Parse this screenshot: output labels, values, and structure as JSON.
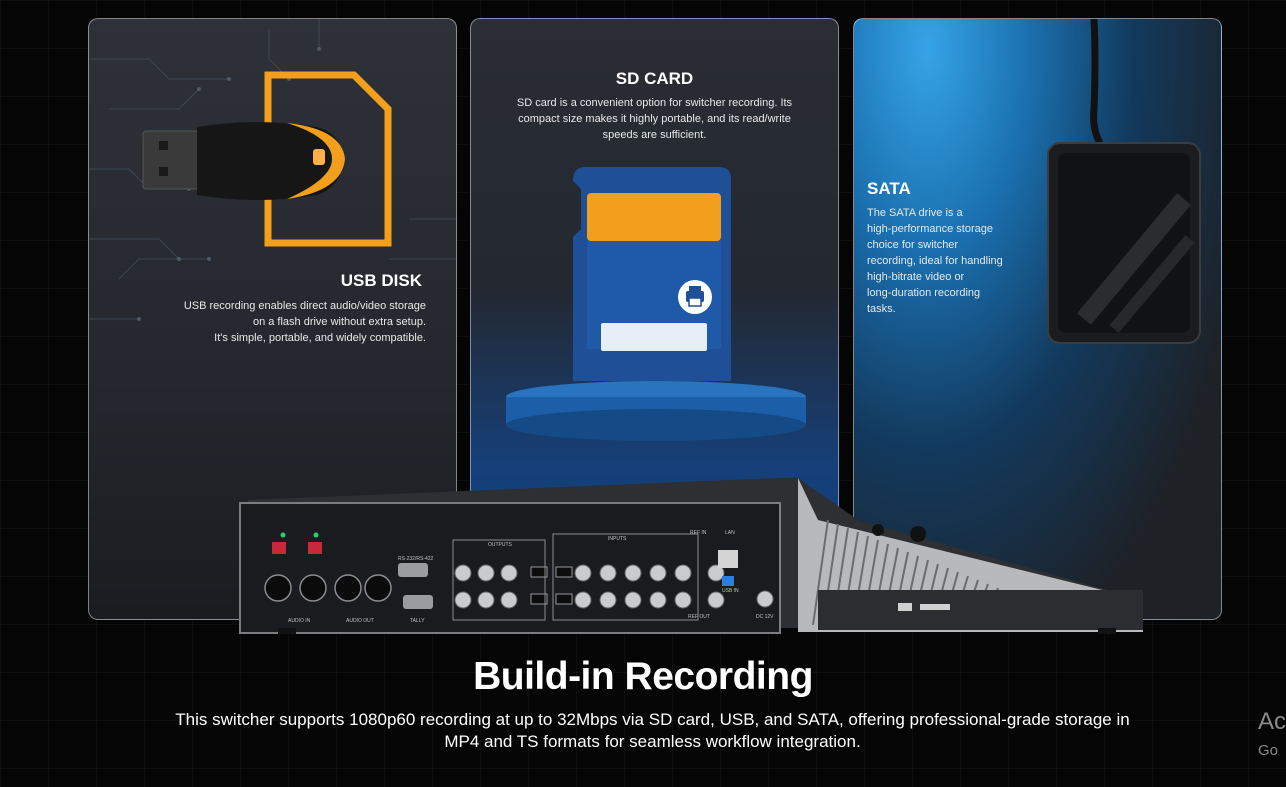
{
  "panels": {
    "usb": {
      "title": "USB DISK",
      "lines": [
        "USB recording enables direct audio/video storage",
        "on a flash drive without extra setup.",
        "It's simple, portable, and widely compatible."
      ]
    },
    "sd": {
      "title": "SD CARD",
      "lines": [
        "SD card is a convenient option for switcher recording. Its",
        "compact size makes it highly portable, and its read/write",
        "speeds are sufficient."
      ]
    },
    "sata": {
      "title": "SATA",
      "lines": [
        "The SATA drive is a",
        "high-performance storage",
        "choice for switcher",
        "recording, ideal for handling",
        "high-bitrate video or",
        "long-duration recording",
        "tasks."
      ]
    }
  },
  "device": {
    "labels": {
      "audio_in": "AUDIO IN",
      "audio_out": "AUDIO OUT",
      "tally": "TALLY",
      "outputs": "OUTPUTS",
      "inputs": "INPUTS",
      "ref_in": "REF IN",
      "ref_out": "REF OUT",
      "lan": "LAN",
      "usb": "USB IN",
      "dc": "DC 12V",
      "rs": "RS-232/RS-422"
    }
  },
  "main": {
    "heading": "Build-in Recording",
    "body_line1": "This switcher supports 1080p60 recording at up to 32Mbps via SD card, USB, and SATA, offering professional-grade storage in",
    "body_line2": "MP4 and TS formats for seamless workflow integration."
  },
  "watermark": {
    "line1": "Ac",
    "line2": "Go"
  },
  "colors": {
    "accent_orange": "#f29f1d",
    "sd_blue": "#1f4f96",
    "background": "#050505"
  }
}
